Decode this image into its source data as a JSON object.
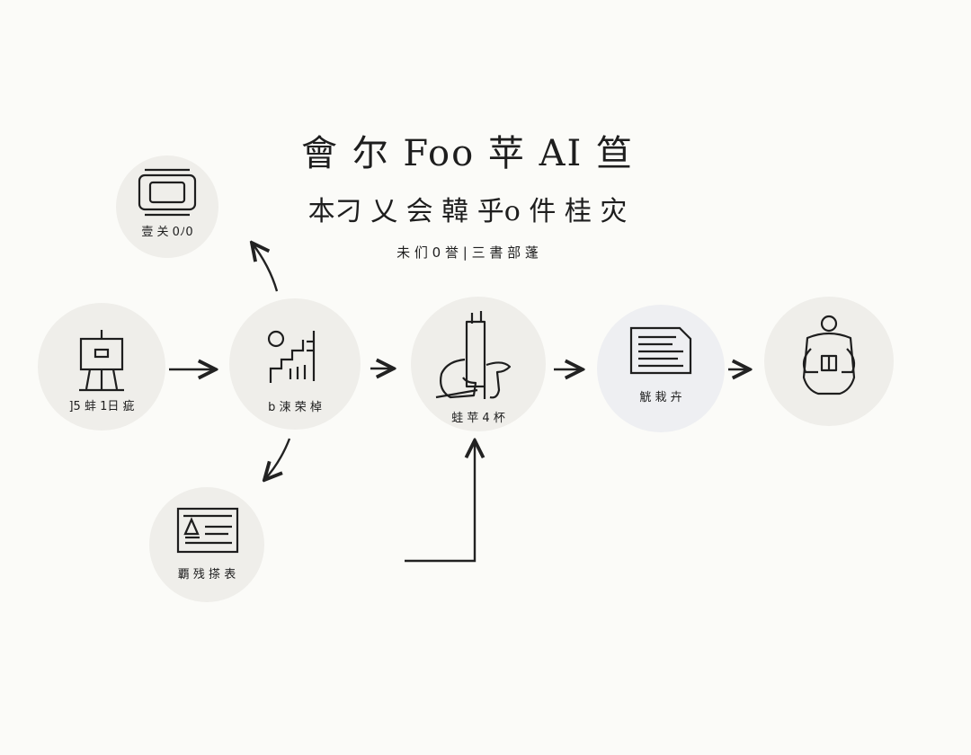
{
  "title": "會 尔 Foo 苹 AI 笪",
  "subtitle": "本刁 乂 会 韓 乎o 件 桂 灾",
  "tagline": "未 们 0 誉 | 三 書 部 蓬",
  "nodes": [
    {
      "id": "n1",
      "label": "]5 蚌 1日 疵",
      "icon": "presentation-easel-icon"
    },
    {
      "id": "n2",
      "label": "b 涑 荣 棹",
      "icon": "stairs-chart-icon"
    },
    {
      "id": "n3",
      "label": "蛙 苹 4 杯",
      "icon": "sculpture-icon"
    },
    {
      "id": "n4",
      "label": "觥 栽 卉",
      "icon": "document-icon"
    },
    {
      "id": "n5",
      "label": "",
      "icon": "person-figure-icon"
    },
    {
      "id": "n6",
      "label": "壹 关 0ﾉ0",
      "icon": "camera-device-icon"
    },
    {
      "id": "n7",
      "label": "覇 残 搽 表",
      "icon": "id-card-icon"
    }
  ]
}
